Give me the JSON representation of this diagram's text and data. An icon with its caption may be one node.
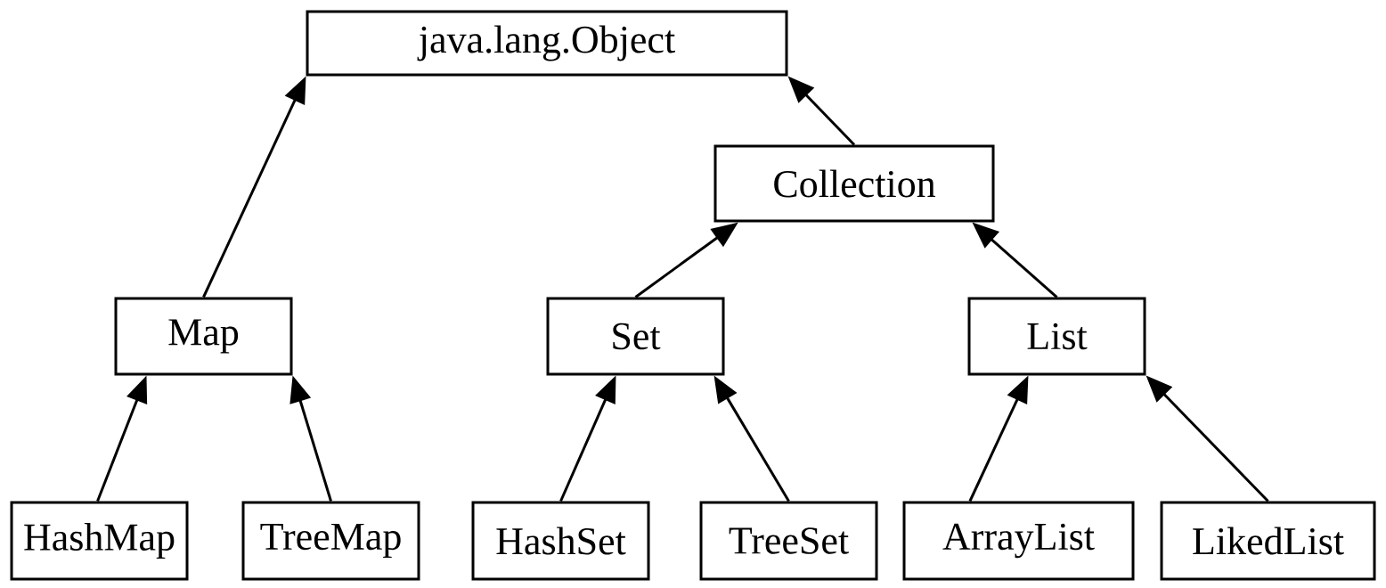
{
  "diagram": {
    "nodes": [
      {
        "text": [
          "java.lang.Object"
        ]
      },
      {
        "text": [
          "Collection"
        ]
      },
      {
        "text": [
          "Map"
        ]
      },
      {
        "text": [
          "Set"
        ]
      },
      {
        "text": [
          "List"
        ]
      },
      {
        "text": [
          "HashMap"
        ]
      },
      {
        "text": [
          "TreeMap"
        ]
      },
      {
        "text": [
          "HashSet"
        ]
      },
      {
        "text": [
          "TreeSet"
        ]
      },
      {
        "text": [
          "ArrayList"
        ]
      },
      {
        "text": [
          "LikedList"
        ]
      }
    ],
    "edges": [
      {
        "from": 2,
        "to": 0,
        "arrow": "to"
      },
      {
        "from": 1,
        "to": 0,
        "arrow": "to"
      },
      {
        "from": 3,
        "to": 1,
        "arrow": "to"
      },
      {
        "from": 4,
        "to": 1,
        "arrow": "to"
      },
      {
        "from": 5,
        "to": 2,
        "arrow": "to"
      },
      {
        "from": 6,
        "to": 2,
        "arrow": "to"
      },
      {
        "from": 7,
        "to": 3,
        "arrow": "to"
      },
      {
        "from": 8,
        "to": 3,
        "arrow": "to"
      },
      {
        "from": 9,
        "to": 4,
        "arrow": "to"
      },
      {
        "from": 10,
        "to": 4,
        "arrow": "to"
      }
    ]
  }
}
